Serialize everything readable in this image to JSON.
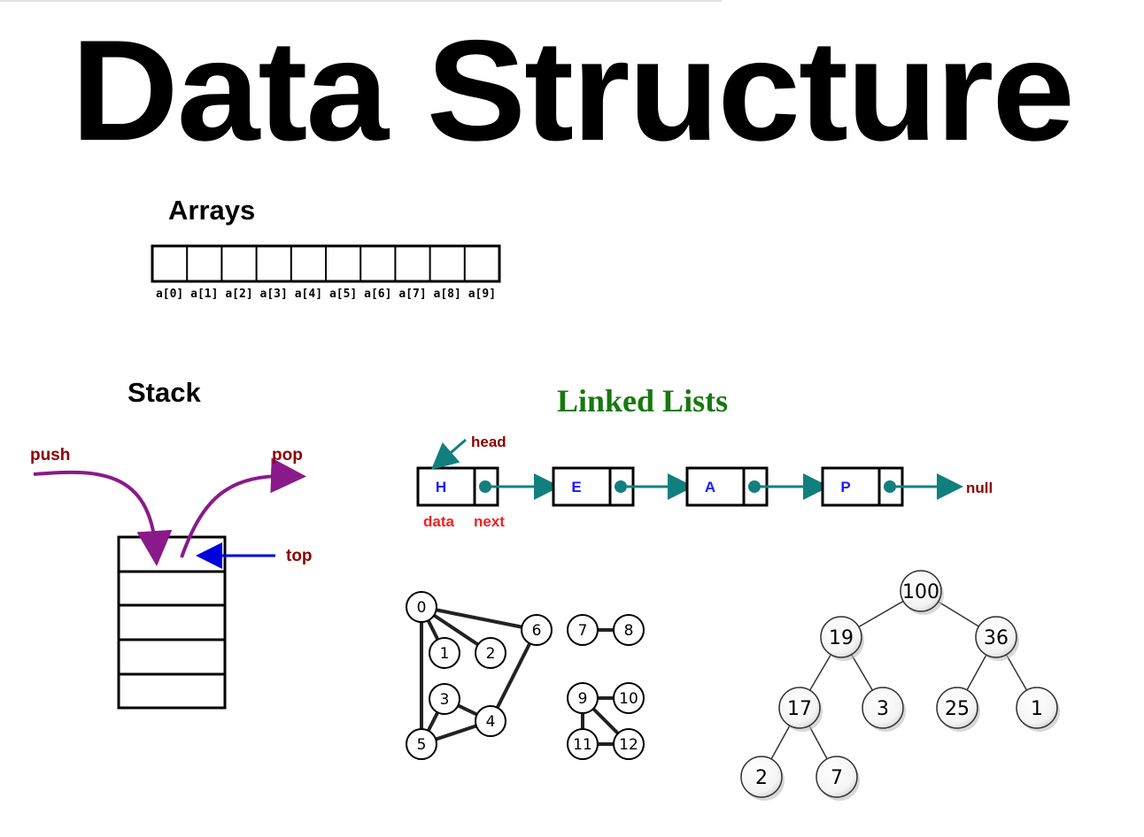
{
  "title": "Data Structure",
  "arrays": {
    "heading": "Arrays",
    "cells": [
      "a[0]",
      "a[1]",
      "a[2]",
      "a[3]",
      "a[4]",
      "a[5]",
      "a[6]",
      "a[7]",
      "a[8]",
      "a[9]"
    ]
  },
  "stack": {
    "heading": "Stack",
    "push_label": "push",
    "pop_label": "pop",
    "top_label": "top"
  },
  "linked_list": {
    "heading": "Linked Lists",
    "nodes": [
      "H",
      "E",
      "A",
      "P"
    ],
    "head_label": "head",
    "data_label": "data",
    "next_label": "next",
    "null_label": "null"
  },
  "graph": {
    "nodes": [
      "0",
      "1",
      "2",
      "3",
      "4",
      "5",
      "6",
      "7",
      "8",
      "9",
      "10",
      "11",
      "12"
    ]
  },
  "heap": {
    "nodes": [
      "100",
      "19",
      "36",
      "17",
      "3",
      "25",
      "1",
      "2",
      "7"
    ]
  },
  "colors": {
    "title": "#000000",
    "linked_lists_heading": "#17780f",
    "stack_arrows": "#8a1a8a",
    "stack_labels": "#8b0000",
    "top_arrow": "#0000dd",
    "list_arrows": "#127f7f",
    "list_node_text": "#1a1aff",
    "list_caption": "#ee2222",
    "list_dark_label": "#8b0000"
  }
}
